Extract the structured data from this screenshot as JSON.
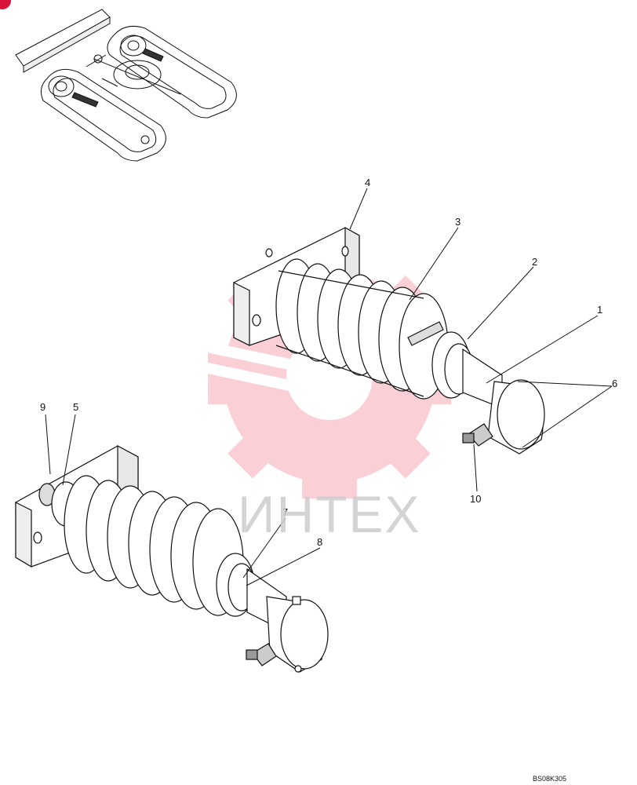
{
  "callouts": {
    "c1": "1",
    "c2": "2",
    "c3": "3",
    "c4": "4",
    "c5": "5",
    "c6": "6",
    "c7": "7",
    "c8": "8",
    "c9": "9",
    "c10": "10"
  },
  "figure_code": "BS08K305",
  "watermark": {
    "text": "ИНТЕХ",
    "color": "#f05a6e"
  },
  "colors": {
    "line": "#111111",
    "badge": "#d8143a"
  }
}
